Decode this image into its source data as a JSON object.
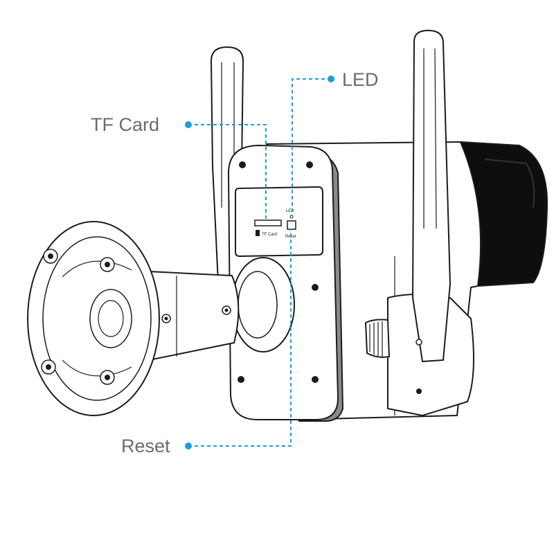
{
  "callouts": {
    "led": "LED",
    "tf_card": "TF Card",
    "reset": "Reset"
  },
  "panel_labels": {
    "led": "LED",
    "tf_card": "TF Card",
    "reset": "Reset"
  },
  "colors": {
    "accent": "#1a9fd8",
    "label": "#6b6b6b",
    "ink": "#1b1b1b",
    "lens_hood": "#0e0e10",
    "side_band": "#8a8a8a"
  }
}
